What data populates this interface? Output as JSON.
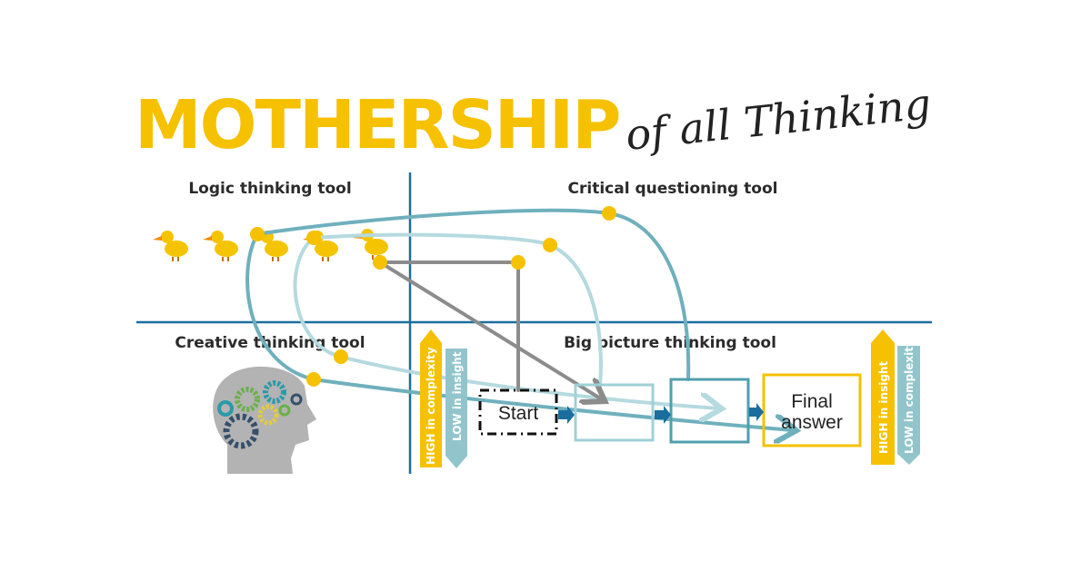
{
  "title": {
    "main": "MOTHERSHIP",
    "sub": "of all Thinking"
  },
  "quadrants": {
    "top_left": "Logic thinking tool",
    "top_right": "Critical questioning tool",
    "bottom_left": "Creative thinking tool",
    "bottom_right": "Big picture thinking tool"
  },
  "boxes": {
    "start": "Start",
    "final_line1": "Final",
    "final_line2": "answer"
  },
  "left_scale": {
    "up": "HIGH in complexity",
    "down": "LOW in insight"
  },
  "right_scale": {
    "up": "HIGH in insight",
    "down": "LOW in complexity"
  },
  "colors": {
    "yellow": "#f6c100",
    "teal": "#6fb0bd",
    "light_teal": "#b5dadf",
    "grey": "#8c8c8c",
    "blue": "#1a6e9e"
  }
}
